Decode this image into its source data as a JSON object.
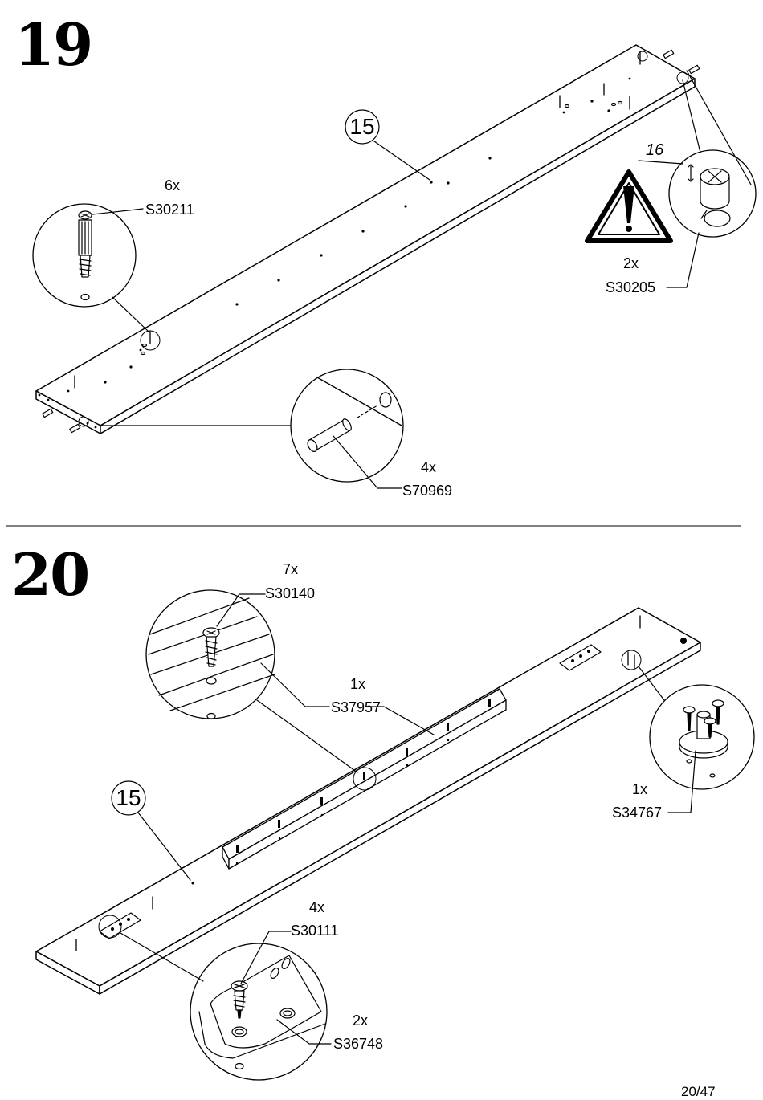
{
  "page": {
    "number": "20/47"
  },
  "steps": [
    {
      "number": "19",
      "panel_number": "15",
      "callouts": [
        {
          "qty": "6x",
          "code": "S30211"
        },
        {
          "qty": "2x",
          "code": "S30205"
        },
        {
          "qty": "4x",
          "code": "S70969"
        }
      ],
      "reference": "16"
    },
    {
      "number": "20",
      "panel_number": "15",
      "callouts": [
        {
          "qty": "7x",
          "code": "S30140"
        },
        {
          "qty": "1x",
          "code": "S37957"
        },
        {
          "qty": "1x",
          "code": "S34767"
        },
        {
          "qty": "4x",
          "code": "S30111"
        },
        {
          "qty": "2x",
          "code": "S36748"
        }
      ]
    }
  ]
}
